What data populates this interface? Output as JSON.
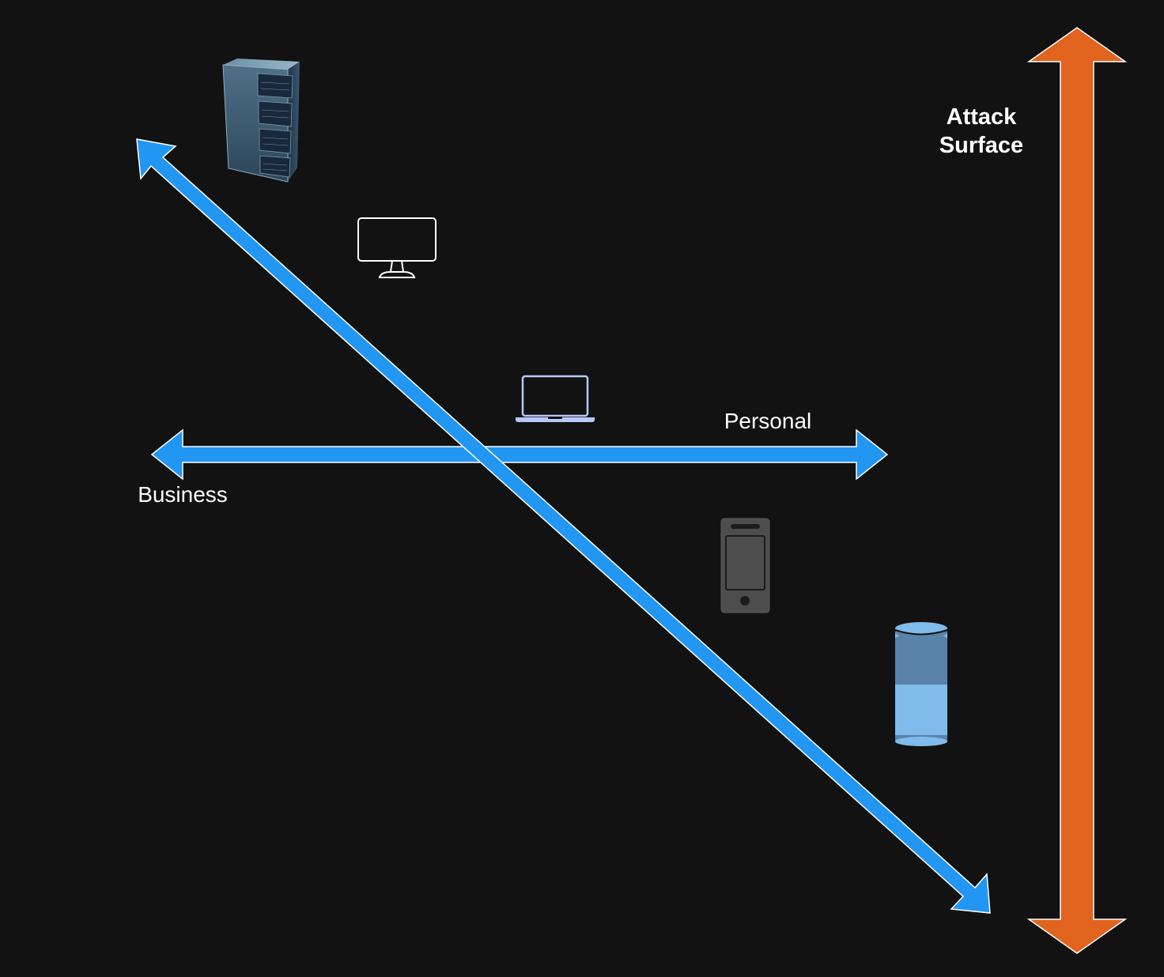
{
  "diagram": {
    "background_color": "#121212",
    "accent_blue": "#2196F3",
    "accent_orange": "#E0631E",
    "labels": {
      "attack_surface_line1": "Attack",
      "attack_surface_line2": "Surface",
      "personal": "Personal",
      "business": "Business"
    },
    "icons": [
      "server-rack-icon",
      "desktop-monitor-icon",
      "laptop-icon",
      "smartphone-icon",
      "smart-speaker-icon"
    ]
  }
}
